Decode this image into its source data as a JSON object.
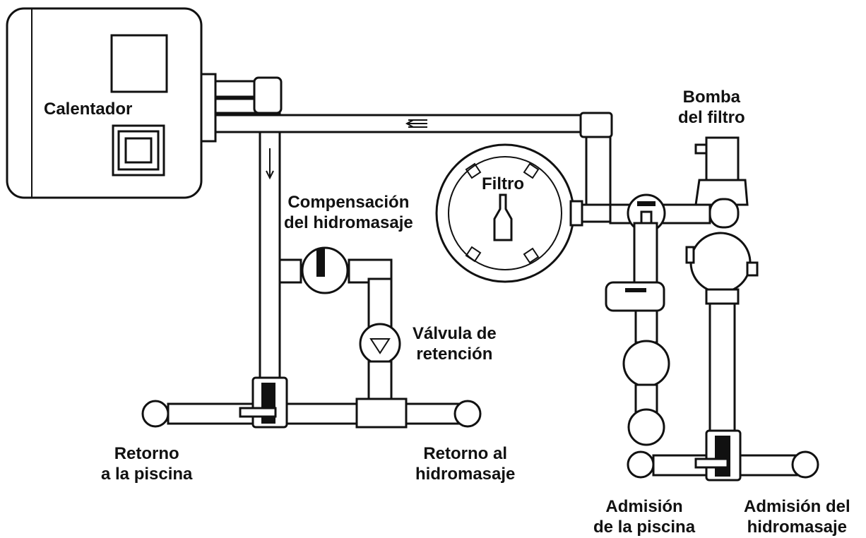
{
  "labels": {
    "heater": "Calentador",
    "filter_pump": [
      "Bomba",
      "del filtro"
    ],
    "filter": "Filtro",
    "spa_bypass": [
      "Compensación",
      "del hidromasaje"
    ],
    "check_valve": [
      "Válvula de",
      "retención"
    ],
    "pool_return": [
      "Retorno",
      "a la piscina"
    ],
    "spa_return": [
      "Retorno al",
      "hidromasaje"
    ],
    "pool_suction": [
      "Admisión",
      "de la piscina"
    ],
    "spa_suction": [
      "Admisión del",
      "hidromasaje"
    ]
  },
  "colors": {
    "line": "#111111",
    "background": "#ffffff"
  }
}
